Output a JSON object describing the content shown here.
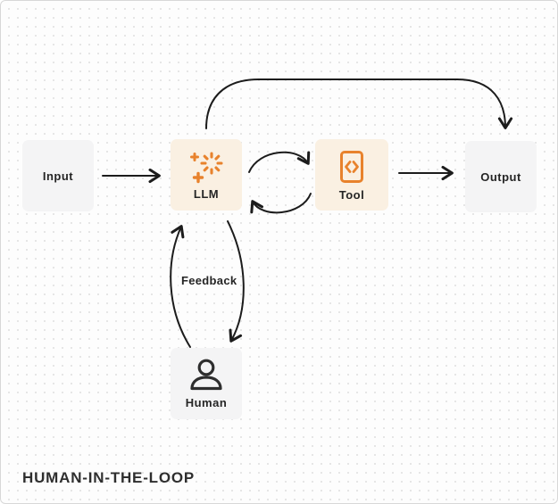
{
  "title": "HUMAN-IN-THE-LOOP",
  "nodes": {
    "input": {
      "label": "Input"
    },
    "llm": {
      "label": "LLM",
      "icon": "sparkles-icon"
    },
    "tool": {
      "label": "Tool",
      "icon": "code-icon"
    },
    "output": {
      "label": "Output"
    },
    "human": {
      "label": "Human",
      "icon": "person-icon"
    }
  },
  "edges": {
    "feedback_label": "Feedback"
  },
  "colors": {
    "accent_orange": "#E8822C",
    "orange_node_fill": "#FAF0E2",
    "gray_node_fill": "#F4F4F5",
    "arrow": "#1C1C1C",
    "icon_dark": "#2E2E2E",
    "canvas_background": "#FDFDFD",
    "dot_grid": "#E6E6E6"
  }
}
